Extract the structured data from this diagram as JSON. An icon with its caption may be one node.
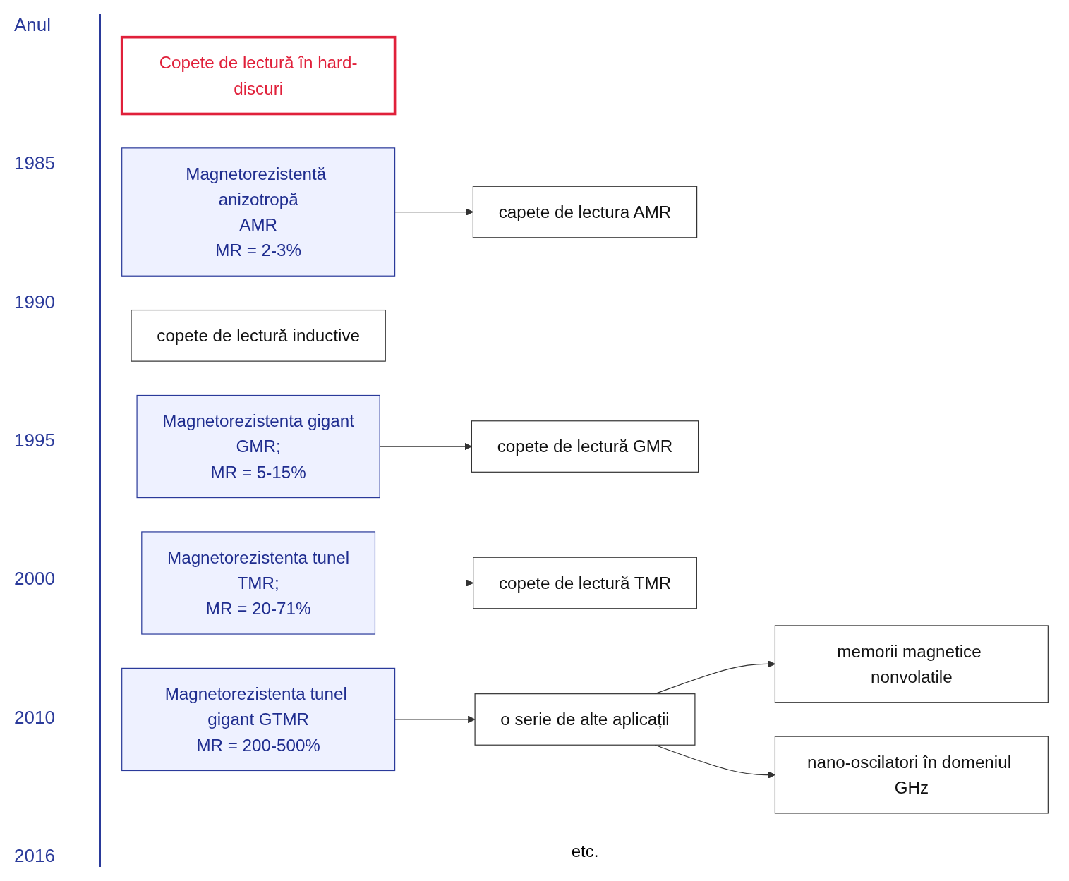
{
  "diagram": {
    "nodes": [
      {
        "text": [
          "Copete de lectură în hard-discuri"
        ]
      },
      {
        "text": [
          "Magnetorezistentă anizotropă",
          "AMR",
          "MR = 2-3%"
        ]
      },
      {
        "text": [
          "copete de lectură inductive"
        ]
      },
      {
        "text": [
          "capete de lectura AMR"
        ]
      },
      {
        "text": [
          "Magnetorezistenta gigant",
          "GMR;",
          "MR = 5-15%"
        ]
      },
      {
        "text": [
          "copete de lectură GMR"
        ]
      },
      {
        "text": [
          "Magnetorezistenta tunel",
          "TMR;",
          "MR = 20-71%"
        ]
      },
      {
        "text": [
          "copete de lectură TMR"
        ]
      },
      {
        "text": [
          "Magnetorezistenta tunel gigant GTMR",
          "MR = 200-500%"
        ]
      },
      {
        "text": [
          "o serie de alte aplicații"
        ]
      },
      {
        "text": [
          "memorii magnetice nonvolatile"
        ]
      },
      {
        "text": [
          "nano-oscilatori în domeniul GHz"
        ]
      }
    ],
    "edges": [
      {
        "from": 1,
        "to": 3,
        "arrow": "to"
      },
      {
        "from": 4,
        "to": 5,
        "arrow": "to"
      },
      {
        "from": 6,
        "to": 7,
        "arrow": "to"
      },
      {
        "from": 8,
        "to": 9,
        "arrow": "to"
      },
      {
        "from": 9,
        "to": 10,
        "arrow": "to"
      },
      {
        "from": 9,
        "to": 11,
        "arrow": "to"
      }
    ],
    "labels": [
      "Anul",
      "1985",
      "1990",
      "1995",
      "2000",
      "2010",
      "2016",
      "etc."
    ]
  }
}
